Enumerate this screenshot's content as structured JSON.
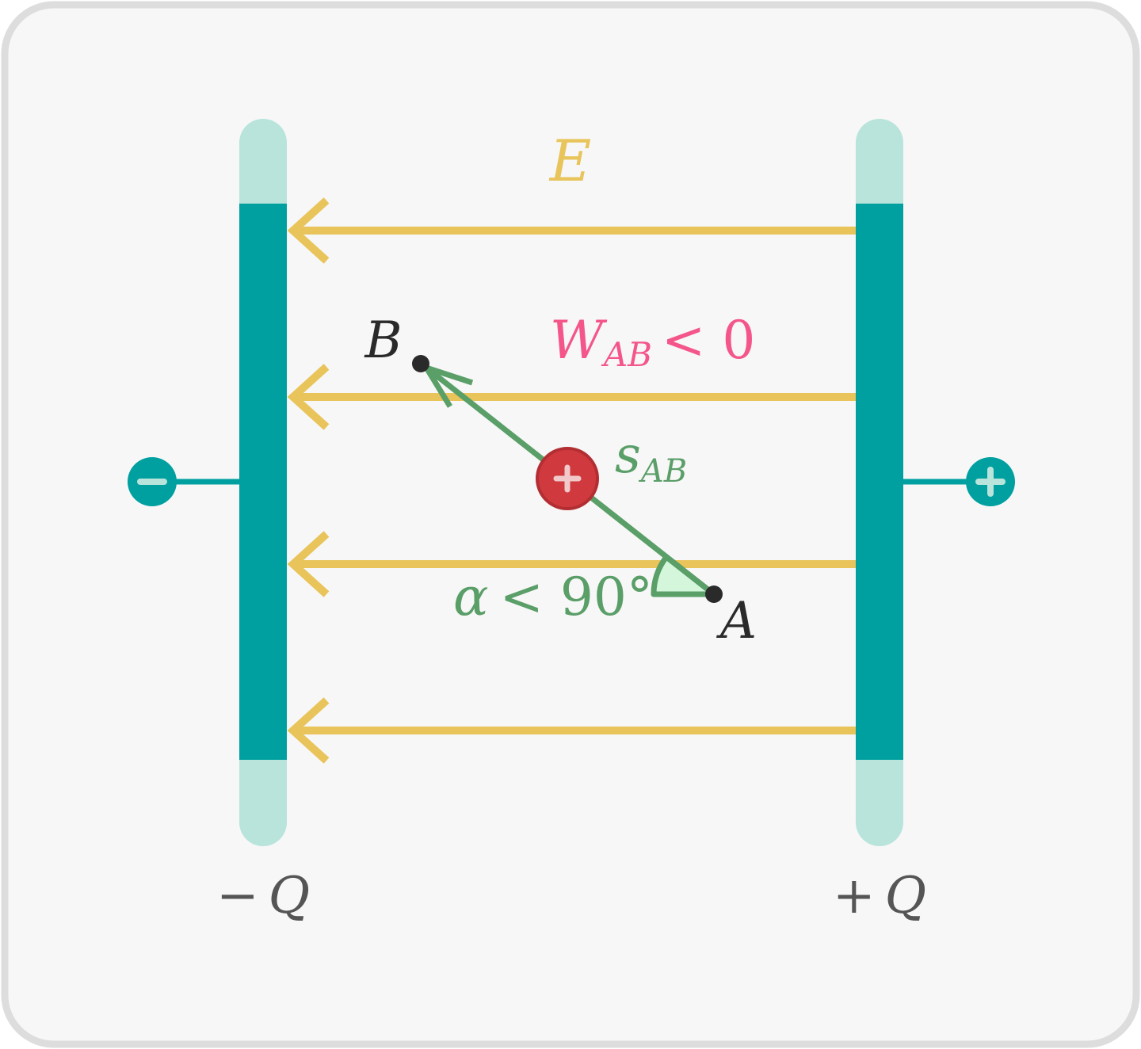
{
  "colors": {
    "frame_border": "#dddddd",
    "background": "#f7f7f7",
    "plate": "#00a0a0",
    "plate_light": "#b8e4dc",
    "field": "#e8c45a",
    "path": "#5a9e68",
    "angle_fill": "#d4f7dc",
    "charge": "#d03a3e",
    "work": "#f4568a",
    "point": "#2a2a2a",
    "label": "#555555"
  },
  "icons": {
    "negative_terminal": "minus-icon",
    "positive_terminal": "plus-icon",
    "test_charge": "plus-icon"
  },
  "labels": {
    "field": "E",
    "work_main": "W",
    "work_sub": "AB",
    "work_rel": "< 0",
    "displacement_main": "s",
    "displacement_sub": "AB",
    "angle_symbol": "α",
    "angle_rel": "< 90°",
    "point_a": "A",
    "point_b": "B",
    "left_plate_sign": "−",
    "left_plate_charge": "Q",
    "right_plate_sign": "+",
    "right_plate_charge": "Q"
  }
}
